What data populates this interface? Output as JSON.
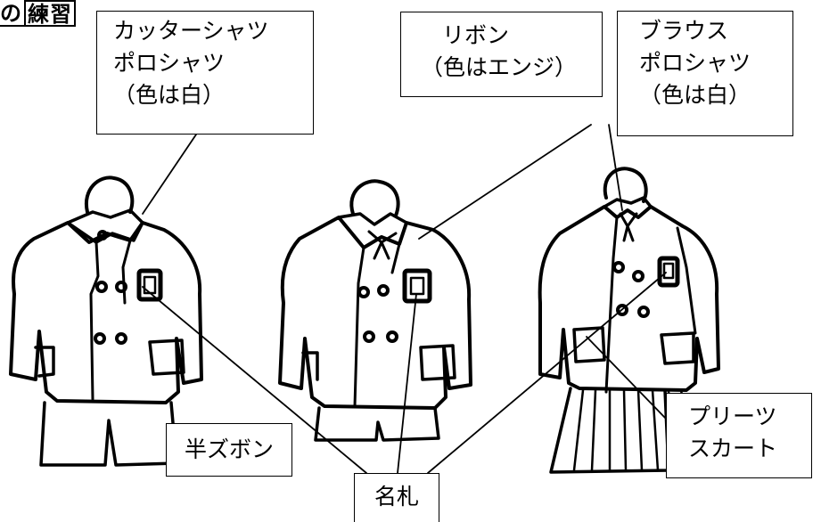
{
  "header_fragment": {
    "text_plain": "の",
    "text_boxed": "練習"
  },
  "labels": {
    "cutter_shirt": {
      "line1": "カッターシャツ",
      "line2": "ポロシャツ",
      "line3": "（色は白）"
    },
    "ribbon": {
      "line1": "リボン",
      "line2": "（色はエンジ）"
    },
    "blouse": {
      "line1": "ブラウス",
      "line2": "ポロシャツ",
      "line3": "（色は白）"
    },
    "shorts": {
      "line1": "半ズボン"
    },
    "pleats_skirt": {
      "line1": "プリーツ",
      "line2": "スカート"
    },
    "name_tag": {
      "line1": "名札"
    }
  }
}
